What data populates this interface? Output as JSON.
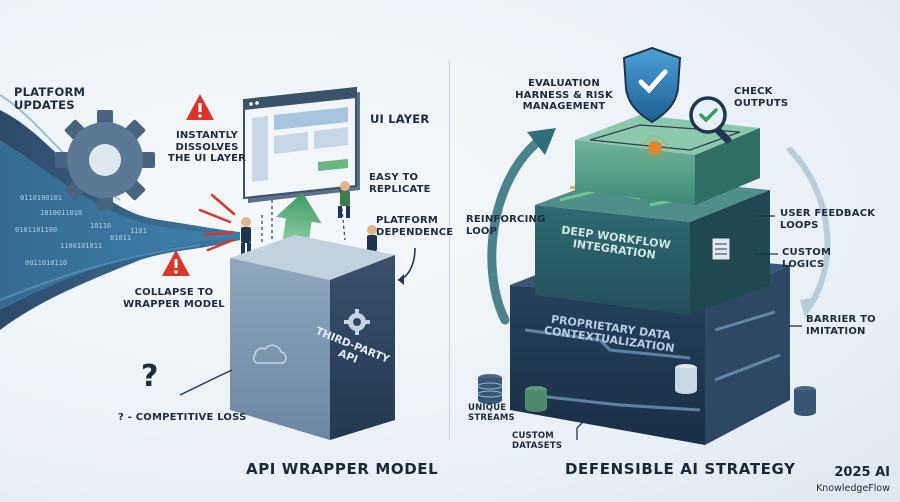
{
  "left": {
    "platform_updates": "PLATFORM\nUPDATES",
    "instantly_dissolves": "INSTANTLY\nDISSOLVES\nTHE UI LAYER",
    "ui_layer": "UI LAYER",
    "easy_to_replicate": "EASY TO\nREPLICATE",
    "platform_dependence": "PLATFORM\nDEPENDENCE",
    "collapse_to_wrapper": "COLLAPSE TO\nWRAPPER MODEL",
    "third_party_api": "THIRD-PARTY\nAPI",
    "question_mark": "?",
    "competitive_loss": "? - COMPETITIVE LOSS",
    "title": "API WRAPPER MODEL"
  },
  "right": {
    "evaluation": "EVALUATION\nHARNESS & RISK\nMANAGEMENT",
    "check_outputs": "CHECK\nOUTPUTS",
    "reinforcing_loop": "REINFORCING\nLOOP",
    "user_feedback": "USER FEEDBACK\nLOOPS",
    "custom_logics": "CUSTOM\nLOGICS",
    "barrier": "BARRIER TO\nIMITATION",
    "deep_workflow": "DEEP WORKFLOW\nINTEGRATION",
    "proprietary": "PROPRIETARY DATA\nCONTEXTUALIZATION",
    "unique_streams": "UNIQUE\nSTREAMS",
    "custom_datasets": "CUSTOM\nDATASETS",
    "title": "DEFENSIBLE AI STRATEGY"
  },
  "brand": {
    "year": "2025 AI",
    "name": "KnowledgeFlow"
  },
  "colors": {
    "navy": "#1f3550",
    "teal": "#2f6f78",
    "green": "#4fa86a",
    "orange": "#e0892b",
    "red": "#d9362b",
    "shield_blue": "#2f7fb8"
  }
}
